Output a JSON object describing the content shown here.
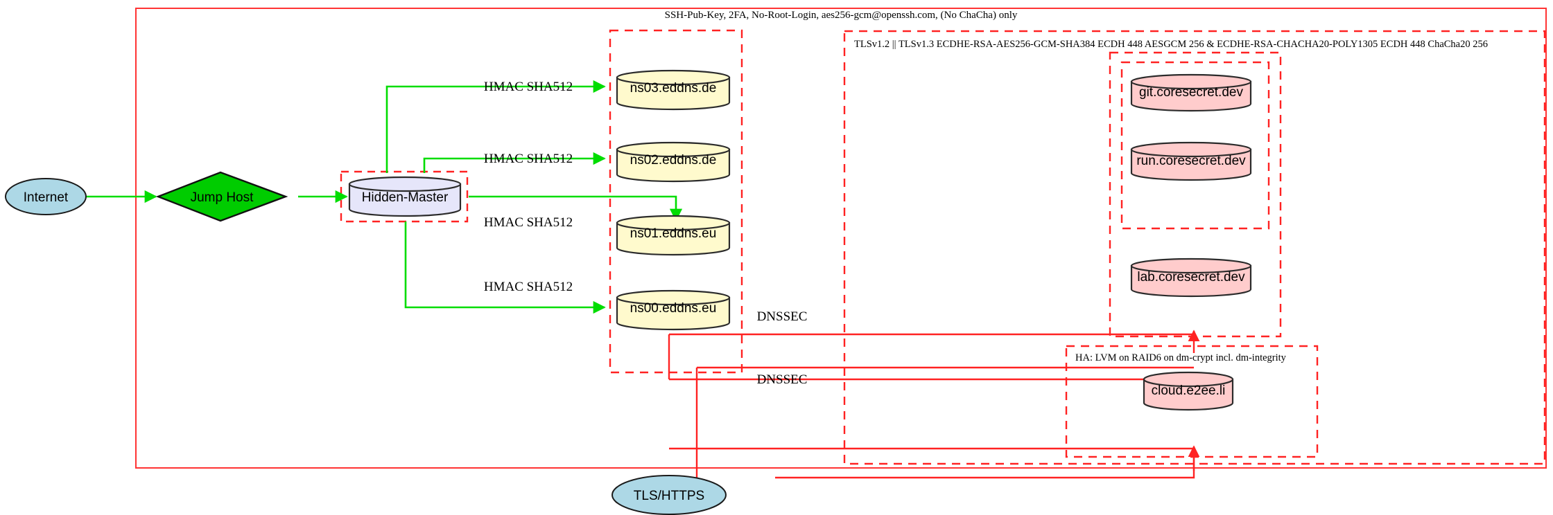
{
  "diagram": {
    "title_clusters": {
      "ssh_policy": "SSH-Pub-Key, 2FA, No-Root-Login, aes256-gcm@openssh.com, (No ChaCha) only",
      "tls_policy": "TLSv1.2 || TLSv1.3 ECDHE-RSA-AES256-GCM-SHA384 ECDH 448 AESGCM 256 & ECDHE-RSA-CHACHA20-POLY1305 ECDH 448 ChaCha20 256",
      "ha_policy": "HA: LVM on RAID6 on dm-crypt incl. dm-integrity"
    },
    "nodes": {
      "internet": "Internet",
      "jump_host": "Jump Host",
      "hidden_master": "Hidden-Master",
      "tls_https": "TLS/HTTPS",
      "ns03": "ns03.eddns.de",
      "ns02": "ns02.eddns.de",
      "ns01": "ns01.eddns.eu",
      "ns00": "ns00.eddns.eu",
      "git": "git.coresecret.dev",
      "run": "run.coresecret.dev",
      "lab": "lab.coresecret.dev",
      "cloud": "cloud.e2ee.li"
    },
    "edge_labels": {
      "hmac_ns03": "HMAC SHA512",
      "hmac_ns02": "HMAC SHA512",
      "hmac_ns01": "HMAC SHA512",
      "hmac_ns00": "HMAC SHA512",
      "dnssec_upper": "DNSSEC",
      "dnssec_lower": "DNSSEC"
    },
    "colors": {
      "cluster_border": "#ff0000",
      "edge_green": "#00dd00",
      "edge_red": "#ff3333",
      "internet_fill": "#add8e6",
      "jump_host_fill": "#00cc00",
      "hidden_master_fill": "#e6e6fa",
      "ns_fill": "#fffacd",
      "service_fill": "#ffcccc",
      "stroke_dark": "#2b2b2b"
    }
  }
}
